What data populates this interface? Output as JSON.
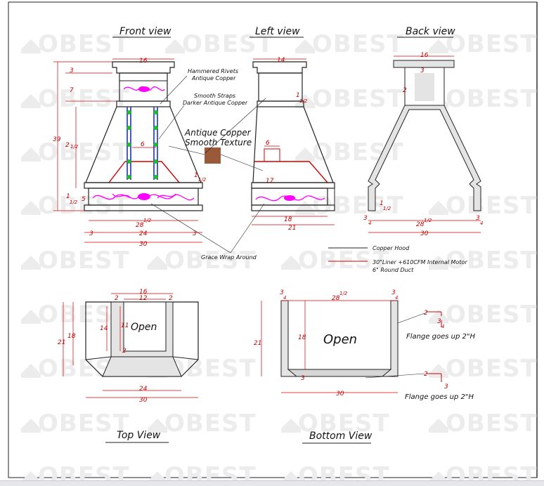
{
  "watermark": "OBEST",
  "views": {
    "front": "Front view",
    "left": "Left view",
    "back": "Back view",
    "top": "Top View",
    "bottom": "Bottom View"
  },
  "annotations": {
    "rivets_1": "Hammered Rivets",
    "rivets_2": "Antique Copper",
    "straps_1": "Smooth Straps",
    "straps_2": "Darker Antique Copper",
    "texture_1": "Antique Copper",
    "texture_2": "Smooth Texture",
    "grace": "Grace Wrap Around",
    "flange_top": "Flange goes up 2\"H",
    "flange_bottom": "Flange goes up 2\"H",
    "open_top": "Open",
    "open_bottom": "Open"
  },
  "legend": {
    "copper_hood": "Copper Hood",
    "liner_1": "30\"Liner +610CFM Internal Motor",
    "liner_2": "6\" Round Duct"
  },
  "colors": {
    "copper_swatch": "#9a5a3a",
    "dimension": "#d40000",
    "strap": "#1a2fd0",
    "rivet": "#19c219",
    "scroll": "#ff00ff"
  },
  "dimensions": {
    "front": {
      "top_width": "16",
      "cap": "3",
      "band": "7",
      "overall_h": "39",
      "side_h_a": "2",
      "side_h_b": "1/2",
      "liner_w": "6",
      "liner_h_a": "1",
      "liner_h_b": "1/2",
      "base_h_a": "1",
      "base_h_b": "1/2",
      "base_5": "5",
      "inner_w_a": "28",
      "inner_w_b": "1/2",
      "step_l": "3",
      "mid_w": "24",
      "step_r": "3",
      "overall_w": "30"
    },
    "left": {
      "top_w": "14",
      "chimney_a": "1",
      "chimney_b": "1/2",
      "liner_w": "6",
      "height": "17",
      "inner_d": "18",
      "overall_d": "21"
    },
    "back": {
      "top_w": "16",
      "cap": "3",
      "side": "2",
      "leg_a": "1",
      "leg_b": "1/2",
      "edge_l_a": "3",
      "edge_l_b": "4",
      "inner_a": "28",
      "inner_b": "1/2",
      "edge_r_a": "3",
      "edge_r_b": "4",
      "overall_w": "30"
    },
    "top_view": {
      "outer_w": "16",
      "inner_w": "12",
      "side_l": "2",
      "side_r": "2",
      "depth_outer": "21",
      "depth_mid": "18",
      "open_h": "14",
      "open_h2": "11",
      "bottom_2": "2",
      "w_24": "24",
      "w_30": "30"
    },
    "bottom_view": {
      "edge_l_a": "3",
      "edge_l_b": "4",
      "inner_a": "28",
      "inner_b": "1/2",
      "edge_r_a": "3",
      "edge_r_b": "4",
      "depth_outer": "21",
      "depth_mid": "18",
      "base_3": "3",
      "overall_w": "30",
      "flange_a": "2",
      "flange_b_a": "3",
      "flange_b_b": "4",
      "flange_c": "2",
      "flange_d": "3"
    }
  }
}
